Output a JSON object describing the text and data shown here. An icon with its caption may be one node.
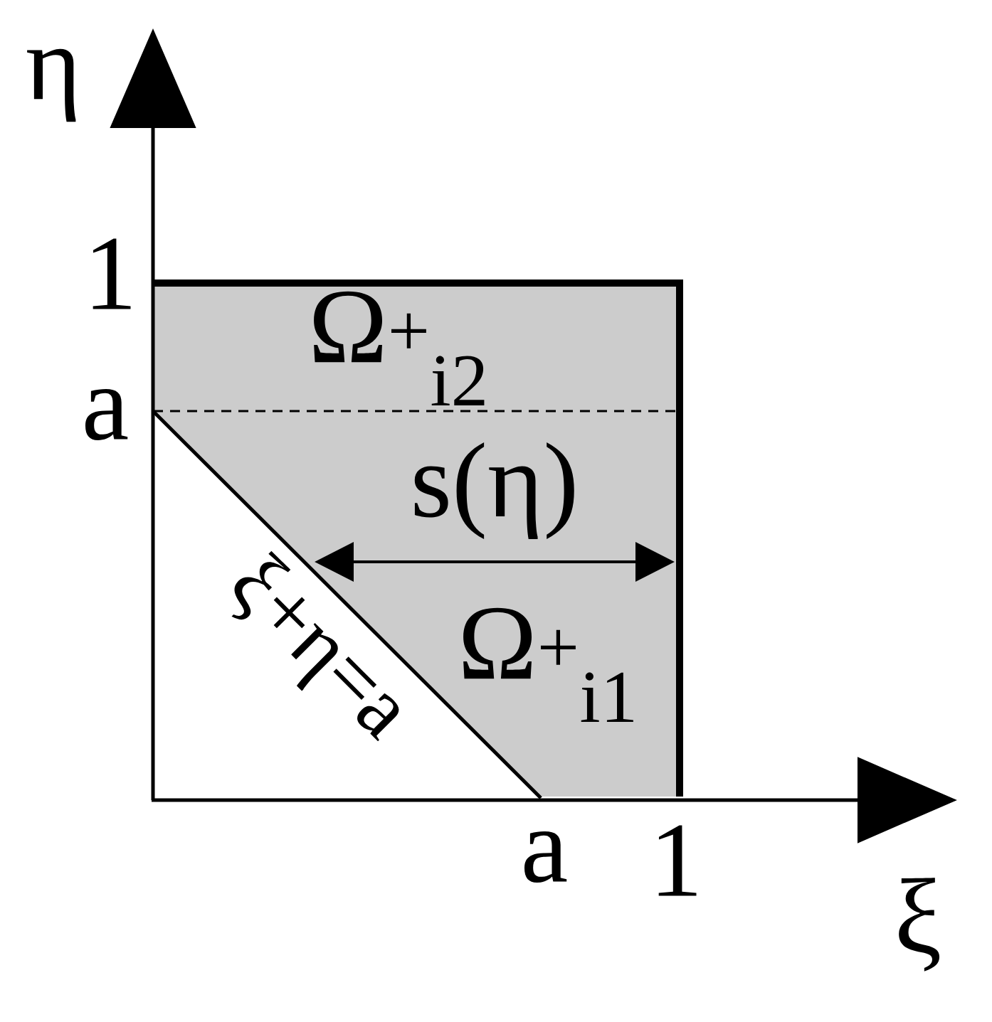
{
  "diagram": {
    "labels": [
      "η",
      "1",
      "a",
      "Ω$^{+}$$_{i2}$",
      "s(η)",
      "ξ+η=a",
      "Ω$^{+}$$_{i1}$",
      "a",
      "1",
      "ξ"
    ]
  }
}
